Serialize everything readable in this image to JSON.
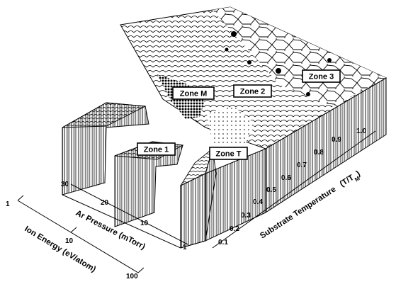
{
  "zones": {
    "zone_m": "Zone M",
    "zone_2": "Zone 2",
    "zone_3": "Zone 3",
    "zone_1": "Zone 1",
    "zone_t": "Zone T"
  },
  "axes": {
    "substrate_temperature": {
      "label_main": "Substrate Temperature",
      "label_unit": "(T/T",
      "label_sub": "M",
      "label_close": ")",
      "ticks": [
        "0.1",
        "0.2",
        "0.3",
        "0.4",
        "0.5",
        "0.6",
        "0.7",
        "0.8",
        "0.9",
        "1.0"
      ]
    },
    "ar_pressure": {
      "label": "Ar Pressure  (mTorr)",
      "ticks": [
        "1",
        "10",
        "20",
        "30"
      ]
    },
    "ion_energy": {
      "label": "Ion Energy  (eV/atom)",
      "ticks": [
        "1",
        "10",
        "100"
      ]
    }
  }
}
